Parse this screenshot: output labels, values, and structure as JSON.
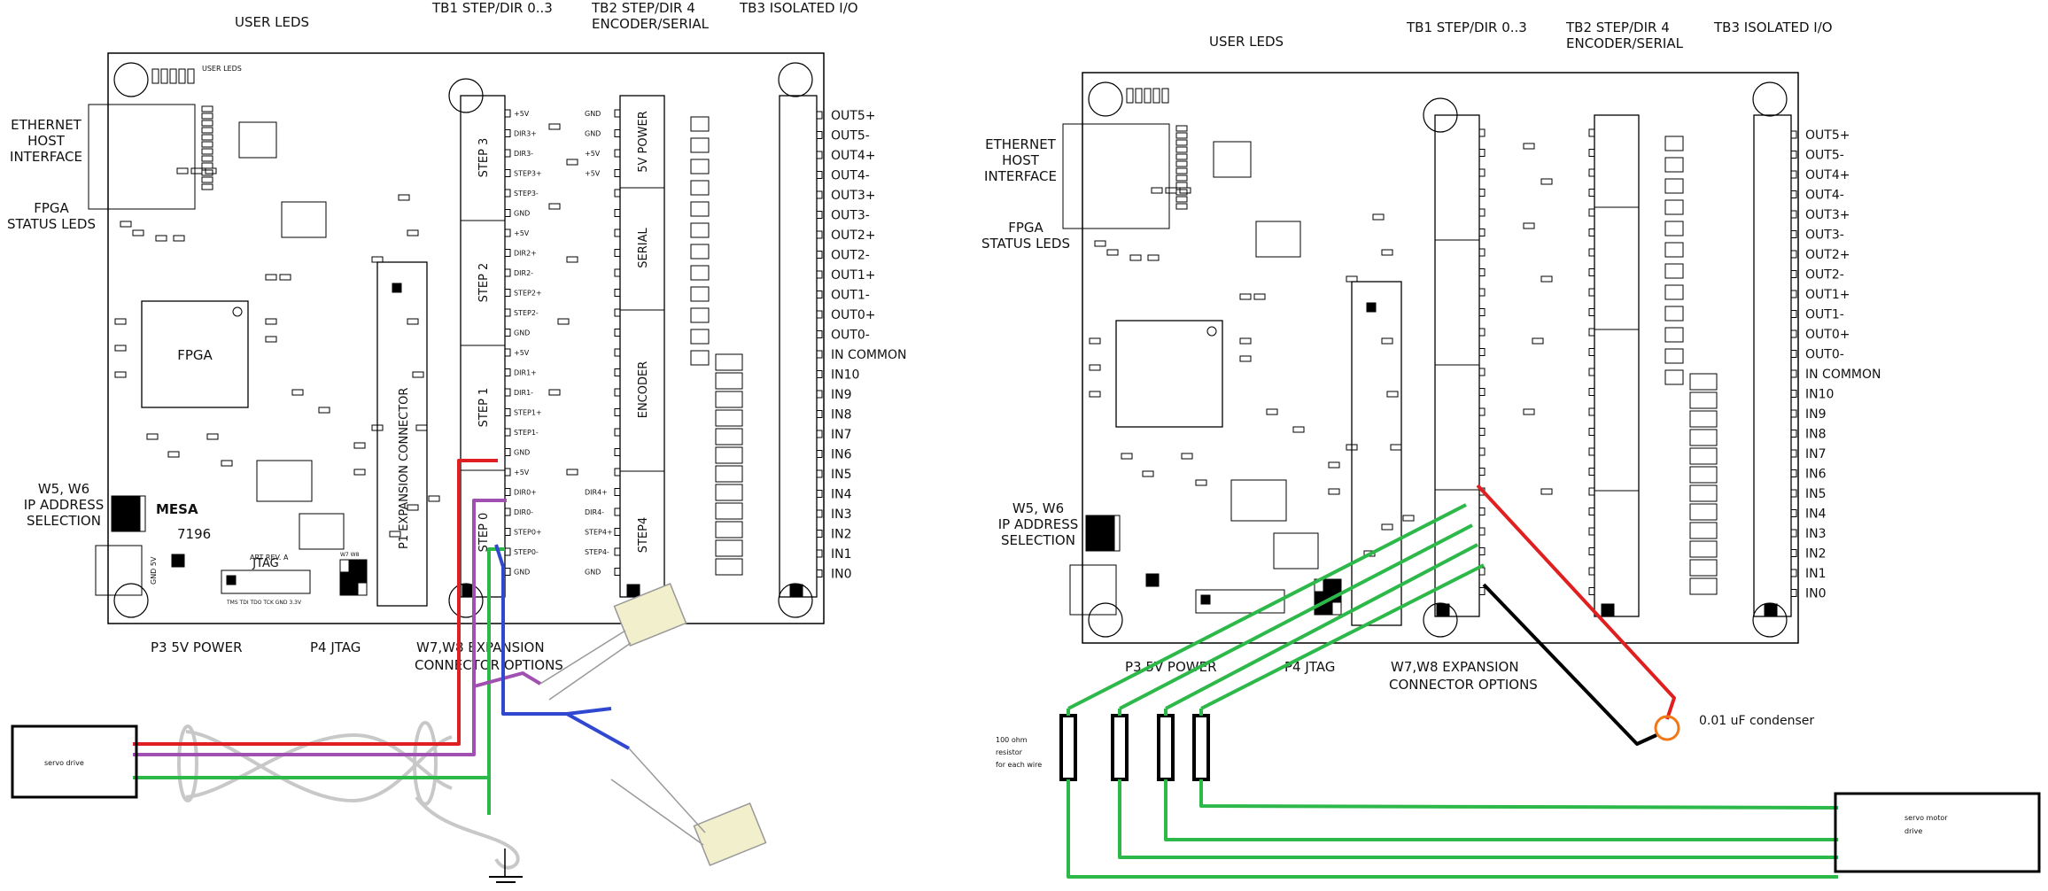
{
  "left": {
    "headers": {
      "user_leds": "USER LEDS",
      "tb1": "TB1 STEP/DIR 0..3",
      "tb2_l1": "TB2 STEP/DIR 4",
      "tb2_l2": "ENCODER/SERIAL",
      "tb3": "TB3 ISOLATED I/O"
    },
    "side_labels": {
      "eth1": "ETHERNET",
      "eth2": "HOST",
      "eth3": "INTERFACE",
      "fpga1": "FPGA",
      "fpga2": "STATUS LEDS",
      "w1": "W5, W6",
      "w2": "IP ADDRESS",
      "w3": "SELECTION"
    },
    "board": {
      "fpga": "FPGA",
      "brand": "MESA",
      "model": "7196",
      "art_rev": "ART REV. A",
      "jtag": "JTAG",
      "jtag_pins": "TMS TDI TDO TCK GND 3.3V",
      "user_leds_small": "USER LEDS",
      "p1": "P1 EXPANSION CONNECTOR",
      "tb2_blocks": [
        "5V POWER",
        "SERIAL",
        "ENCODER",
        "STEP4"
      ],
      "tb1_blocks": [
        "STEP 3",
        "STEP 2",
        "STEP 1",
        "STEP 0"
      ],
      "tb1_pins": [
        "+5V",
        "DIR3+",
        "DIR3-",
        "STEP3+",
        "STEP3-",
        "GND",
        "+5V",
        "DIR2+",
        "DIR2-",
        "STEP2+",
        "STEP2-",
        "GND",
        "+5V",
        "DIR1+",
        "DIR1-",
        "STEP1+",
        "STEP1-",
        "GND",
        "+5V",
        "DIR0+",
        "DIR0-",
        "STEP0+",
        "STEP0-",
        "GND"
      ],
      "tb2_pins": [
        "GND",
        "GND",
        "+5V",
        "+5V",
        "",
        "",
        "",
        "",
        "",
        "",
        "",
        "",
        "",
        "",
        "",
        "",
        "",
        "",
        "",
        "DIR4+",
        "DIR4-",
        "STEP4+",
        "STEP4-",
        "GND"
      ],
      "gnd5v": "GND 5V",
      "p3": "P3",
      "p4": "P4",
      "w7w8": "W7 W8"
    },
    "io_pins": [
      "OUT5+",
      "OUT5-",
      "OUT4+",
      "OUT4-",
      "OUT3+",
      "OUT3-",
      "OUT2+",
      "OUT2-",
      "OUT1+",
      "OUT1-",
      "OUT0+",
      "OUT0-",
      "IN COMMON",
      "IN10",
      "IN9",
      "IN8",
      "IN7",
      "IN6",
      "IN5",
      "IN4",
      "IN3",
      "IN2",
      "IN1",
      "IN0"
    ],
    "bottom": {
      "p3": "P3 5V POWER",
      "p4": "P4 JTAG",
      "w7": "W7,W8 EXPANSION",
      "w7b": "CONNECTOR OPTIONS"
    },
    "servo_label": "servo drive"
  },
  "right": {
    "headers": {
      "user_leds": "USER LEDS",
      "tb1": "TB1 STEP/DIR 0..3",
      "tb2_l1": "TB2 STEP/DIR 4",
      "tb2_l2": "ENCODER/SERIAL",
      "tb3": "TB3 ISOLATED I/O"
    },
    "side_labels": {
      "eth1": "ETHERNET",
      "eth2": "HOST",
      "eth3": "INTERFACE",
      "fpga1": "FPGA",
      "fpga2": "STATUS LEDS",
      "w1": "W5, W6",
      "w2": "IP ADDRESS",
      "w3": "SELECTION"
    },
    "io_pins": [
      "OUT5+",
      "OUT5-",
      "OUT4+",
      "OUT4-",
      "OUT3+",
      "OUT3-",
      "OUT2+",
      "OUT2-",
      "OUT1+",
      "OUT1-",
      "OUT0+",
      "OUT0-",
      "IN COMMON",
      "IN10",
      "IN9",
      "IN8",
      "IN7",
      "IN6",
      "IN5",
      "IN4",
      "IN3",
      "IN2",
      "IN1",
      "IN0"
    ],
    "bottom": {
      "p3": "P3 5V POWER",
      "p4": "P4 JTAG",
      "w7": "W7,W8 EXPANSION",
      "w7b": "CONNECTOR OPTIONS"
    },
    "resistor_note": [
      "100 ohm",
      "resistor",
      "for each wire"
    ],
    "condenser_label": "0.01 uF condenser",
    "servo_l1": "servo motor",
    "servo_l2": "drive"
  },
  "colors": {
    "red": "#e02020",
    "purple": "#a050b0",
    "green": "#2db84a",
    "blue": "#3048d0",
    "black": "#000000",
    "orange": "#f07818",
    "cable_gray": "#c8c8c8",
    "servo_text": "#3050c0"
  }
}
